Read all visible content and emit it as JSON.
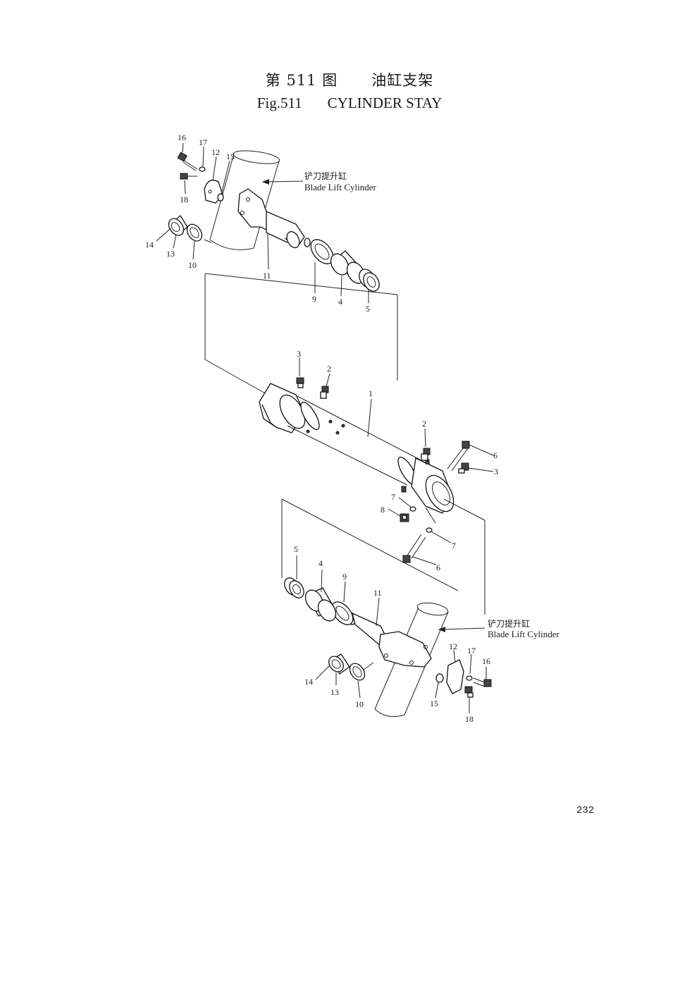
{
  "header": {
    "title_cn_fig": "第 511 图",
    "title_cn_name": "油缸支架",
    "title_en_fig": "Fig.511",
    "title_en_name": "CYLINDER STAY"
  },
  "callouts": {
    "cylinder_top_cn": "铲刀提升缸",
    "cylinder_top_en": "Blade Lift Cylinder",
    "cylinder_bottom_cn": "铲刀提升缸",
    "cylinder_bottom_en": "Blade Lift Cylinder"
  },
  "part_numbers": {
    "top": [
      "16",
      "17",
      "12",
      "15",
      "18",
      "14",
      "13",
      "10",
      "11",
      "9",
      "4",
      "5"
    ],
    "middle": [
      "3",
      "2",
      "1",
      "2",
      "6",
      "3",
      "7",
      "8",
      "7",
      "6"
    ],
    "bottom": [
      "5",
      "4",
      "9",
      "11",
      "12",
      "17",
      "16",
      "14",
      "13",
      "10",
      "15",
      "18"
    ]
  },
  "page_number": "232"
}
